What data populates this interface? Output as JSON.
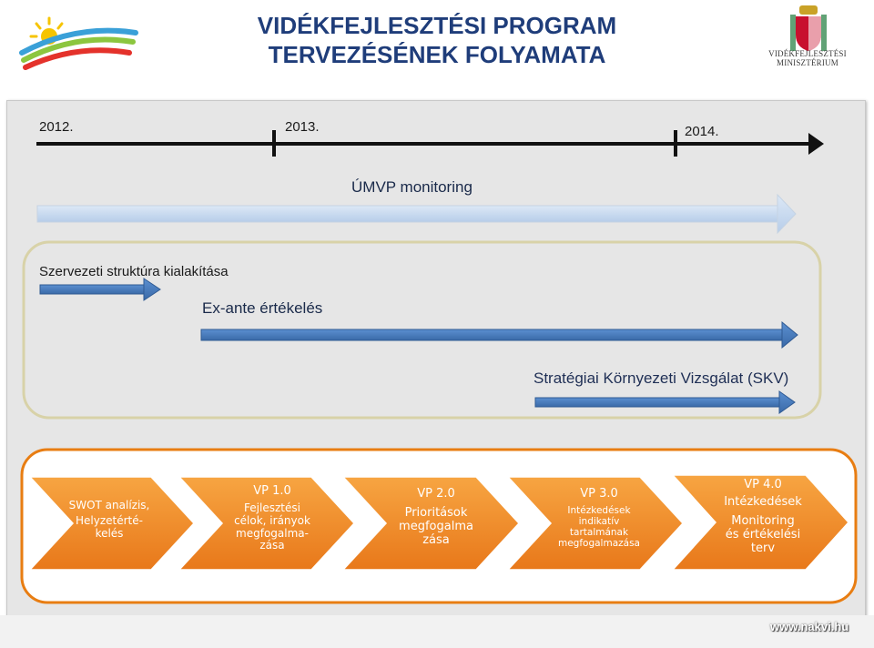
{
  "header": {
    "title_line1": "VIDÉKFEJLESZTÉSI PROGRAM",
    "title_line2": "TERVEZÉSÉNEK FOLYAMATA",
    "ministry_line1": "Vidékfejlesztési",
    "ministry_line2": "Minisztérium"
  },
  "timeline": {
    "years": [
      "2012.",
      "2013.",
      "2014."
    ]
  },
  "bars": {
    "umvp": "ÚMVP monitoring",
    "structure": "Szervezeti struktúra kialakítása",
    "exante": "Ex-ante értékelés",
    "skv": "Stratégiai Környezeti Vizsgálat (SKV)"
  },
  "steps": [
    {
      "title": "",
      "lines": [
        "SWOT analízis,",
        "Helyzetérté-",
        "kelés"
      ]
    },
    {
      "title": "VP 1.0",
      "lines": [
        "Fejlesztési",
        "célok, irányok",
        "megfogalma-",
        "zása"
      ]
    },
    {
      "title": "VP 2.0",
      "lines": [
        "Prioritások",
        "megfogalma",
        "zása"
      ]
    },
    {
      "title": "VP 3.0",
      "lines": [
        "Intézkedések",
        "indikatív",
        "tartalmának",
        "megfogalmazása"
      ]
    },
    {
      "title": "VP 4.0",
      "lines": [
        "Intézkedések",
        "",
        "Monitoring",
        "és értékelési",
        "terv"
      ]
    }
  ],
  "colors": {
    "title": "#1f3d7a",
    "arrow_blue": "#4a7ec0",
    "arrow_light": "#c5d9f1",
    "step_orange": "#f28c1e",
    "step_border": "#e87d12"
  },
  "footer": {
    "url": "www.nakvi.hu"
  }
}
